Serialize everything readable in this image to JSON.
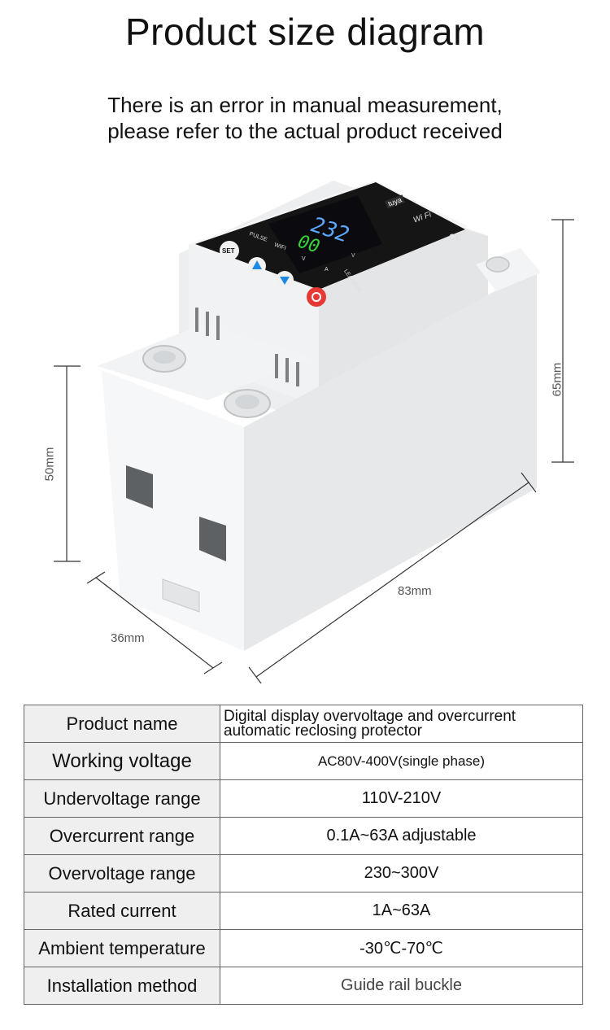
{
  "title": "Product size diagram",
  "subtitle_line1": "There is an error in manual measurement,",
  "subtitle_line2": "please refer to the actual product received",
  "device": {
    "display_top": "232",
    "display_bottom": "00",
    "display_unit": "v",
    "brand_badge": "tuya",
    "wifi_badge": "Wi Fi",
    "ce_mark": "CE",
    "labels": {
      "pulse": "PULSE",
      "wifi": "WIFI",
      "volt": "V",
      "amp": "A",
      "leakage": "LEAKAGE",
      "set": "SET"
    }
  },
  "dimensions": {
    "height_right": "65mm",
    "height_left": "50mm",
    "length": "83mm",
    "depth": "36mm"
  },
  "specs": [
    {
      "label": "Product name",
      "value_line1": "Digital display overvoltage and overcurrent",
      "value_line2": "automatic reclosing protector"
    },
    {
      "label": "Working voltage",
      "value": "AC80V-400V(single phase)"
    },
    {
      "label": "Undervoltage range",
      "value": "110V-210V"
    },
    {
      "label": "Overcurrent range",
      "value": "0.1A~63A adjustable"
    },
    {
      "label": "Overvoltage range",
      "value": "230~300V"
    },
    {
      "label": "Rated current",
      "value": "1A~63A"
    },
    {
      "label": "Ambient temperature",
      "value": "-30℃-70℃"
    },
    {
      "label": "Installation method",
      "value": "Guide rail buckle"
    }
  ]
}
